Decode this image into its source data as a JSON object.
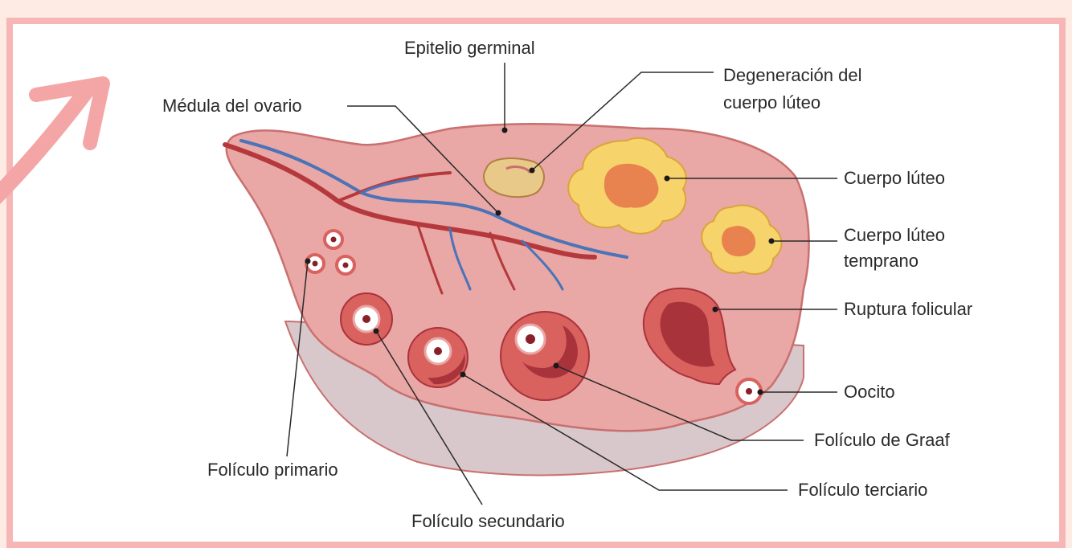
{
  "labels": {
    "epitelio_germinal": "Epitelio germinal",
    "degeneracion_line1": "Degeneración del",
    "degeneracion_line2": "cuerpo lúteo",
    "medula_ovario": "Médula del ovario",
    "cuerpo_luteo": "Cuerpo lúteo",
    "cuerpo_luteo_temprano_line1": "Cuerpo lúteo",
    "cuerpo_luteo_temprano_line2": "temprano",
    "ruptura_folicular": "Ruptura folicular",
    "oocito": "Oocito",
    "foliculo_graaf": "Folículo de Graaf",
    "foliculo_terciario": "Folículo terciario",
    "foliculo_primario": "Folículo primario",
    "foliculo_secundario": "Folículo secundario"
  },
  "colors": {
    "background": "#fdebe4",
    "frame_border": "#f6b6b6",
    "ovary_fill": "#e9a7a5",
    "ovary_outline": "#c9706f",
    "stroma_fill": "#d8c8cc",
    "corpus_luteum_yellow": "#f7d36b",
    "corpus_luteum_core": "#e8834f",
    "follicle_red": "#d9625f",
    "follicle_dark": "#a9333b",
    "vessel_red": "#b5393c",
    "vessel_blue": "#4a73b8",
    "arrow_pink": "#f4a6a6"
  }
}
